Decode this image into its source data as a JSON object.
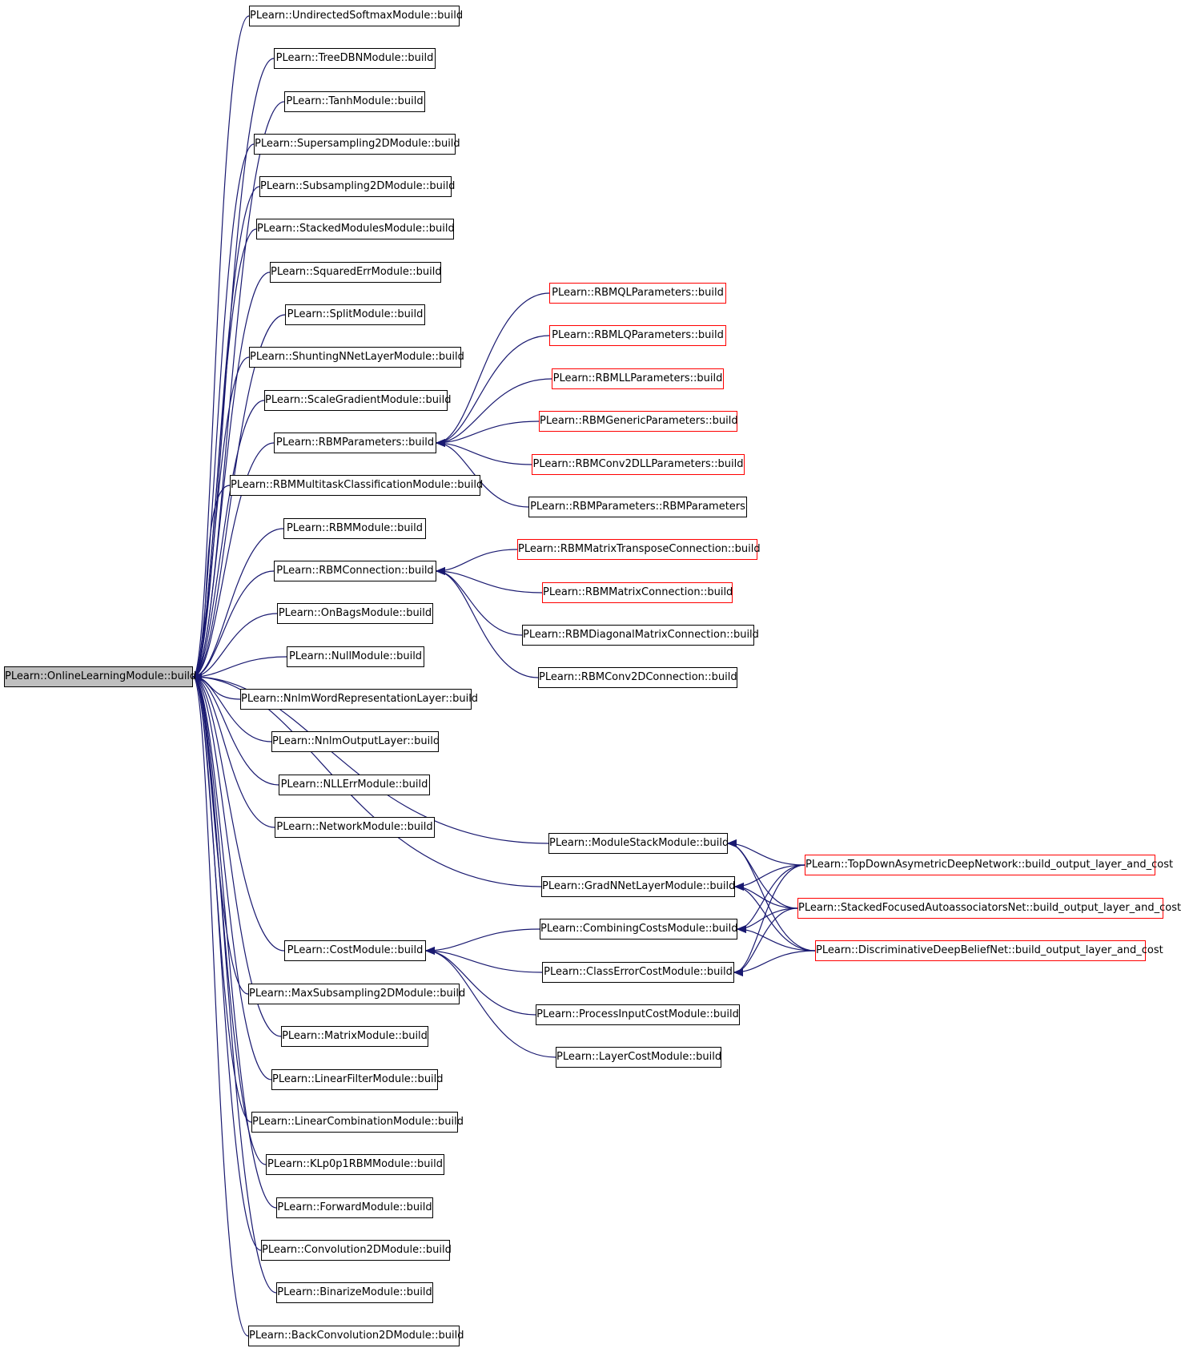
{
  "edge_color": "#191970",
  "root": {
    "id": "root",
    "label": "PLearn::OnlineLearningModule::build"
  },
  "nodes": [
    {
      "id": "n1",
      "label": "PLearn::UndirectedSoftmaxModule::build",
      "border": "black"
    },
    {
      "id": "n2",
      "label": "PLearn::TreeDBNModule::build",
      "border": "black"
    },
    {
      "id": "n3",
      "label": "PLearn::TanhModule::build",
      "border": "black"
    },
    {
      "id": "n4",
      "label": "PLearn::Supersampling2DModule::build",
      "border": "black"
    },
    {
      "id": "n5",
      "label": "PLearn::Subsampling2DModule::build",
      "border": "black"
    },
    {
      "id": "n6",
      "label": "PLearn::StackedModulesModule::build",
      "border": "black"
    },
    {
      "id": "n7",
      "label": "PLearn::SquaredErrModule::build",
      "border": "black"
    },
    {
      "id": "n8",
      "label": "PLearn::SplitModule::build",
      "border": "black"
    },
    {
      "id": "n9",
      "label": "PLearn::ShuntingNNetLayerModule::build",
      "border": "black"
    },
    {
      "id": "n10",
      "label": "PLearn::ScaleGradientModule::build",
      "border": "black"
    },
    {
      "id": "n11",
      "label": "PLearn::RBMParameters::build",
      "border": "black"
    },
    {
      "id": "n12",
      "label": "PLearn::RBMMultitaskClassificationModule::build",
      "border": "black"
    },
    {
      "id": "n13",
      "label": "PLearn::RBMModule::build",
      "border": "black"
    },
    {
      "id": "n14",
      "label": "PLearn::RBMConnection::build",
      "border": "black"
    },
    {
      "id": "n15",
      "label": "PLearn::OnBagsModule::build",
      "border": "black"
    },
    {
      "id": "n16",
      "label": "PLearn::NullModule::build",
      "border": "black"
    },
    {
      "id": "n17",
      "label": "PLearn::NnlmWordRepresentationLayer::build",
      "border": "black"
    },
    {
      "id": "n18",
      "label": "PLearn::NnlmOutputLayer::build",
      "border": "black"
    },
    {
      "id": "n19",
      "label": "PLearn::NLLErrModule::build",
      "border": "black"
    },
    {
      "id": "n20",
      "label": "PLearn::NetworkModule::build",
      "border": "black"
    },
    {
      "id": "n21",
      "label": "PLearn::ModuleStackModule::build",
      "border": "black"
    },
    {
      "id": "n22",
      "label": "PLearn::GradNNetLayerModule::build",
      "border": "black"
    },
    {
      "id": "n23",
      "label": "PLearn::CostModule::build",
      "border": "black"
    },
    {
      "id": "n24",
      "label": "PLearn::MaxSubsampling2DModule::build",
      "border": "black"
    },
    {
      "id": "n25",
      "label": "PLearn::MatrixModule::build",
      "border": "black"
    },
    {
      "id": "n26",
      "label": "PLearn::LinearFilterModule::build",
      "border": "black"
    },
    {
      "id": "n27",
      "label": "PLearn::LinearCombinationModule::build",
      "border": "black"
    },
    {
      "id": "n28",
      "label": "PLearn::KLp0p1RBMModule::build",
      "border": "black"
    },
    {
      "id": "n29",
      "label": "PLearn::ForwardModule::build",
      "border": "black"
    },
    {
      "id": "n30",
      "label": "PLearn::Convolution2DModule::build",
      "border": "black"
    },
    {
      "id": "n31",
      "label": "PLearn::BinarizeModule::build",
      "border": "black"
    },
    {
      "id": "n32",
      "label": "PLearn::BackConvolution2DModule::build",
      "border": "black"
    },
    {
      "id": "p1",
      "label": "PLearn::RBMQLParameters::build",
      "border": "red"
    },
    {
      "id": "p2",
      "label": "PLearn::RBMLQParameters::build",
      "border": "red"
    },
    {
      "id": "p3",
      "label": "PLearn::RBMLLParameters::build",
      "border": "red"
    },
    {
      "id": "p4",
      "label": "PLearn::RBMGenericParameters::build",
      "border": "red"
    },
    {
      "id": "p5",
      "label": "PLearn::RBMConv2DLLParameters::build",
      "border": "red"
    },
    {
      "id": "p6",
      "label": "PLearn::RBMParameters::RBMParameters",
      "border": "black"
    },
    {
      "id": "c1",
      "label": "PLearn::RBMMatrixTransposeConnection::build",
      "border": "red"
    },
    {
      "id": "c2",
      "label": "PLearn::RBMMatrixConnection::build",
      "border": "red"
    },
    {
      "id": "c3",
      "label": "PLearn::RBMDiagonalMatrixConnection::build",
      "border": "black"
    },
    {
      "id": "c4",
      "label": "PLearn::RBMConv2DConnection::build",
      "border": "black"
    },
    {
      "id": "k1",
      "label": "PLearn::CombiningCostsModule::build",
      "border": "black"
    },
    {
      "id": "k2",
      "label": "PLearn::ClassErrorCostModule::build",
      "border": "black"
    },
    {
      "id": "k3",
      "label": "PLearn::ProcessInputCostModule::build",
      "border": "black"
    },
    {
      "id": "k4",
      "label": "PLearn::LayerCostModule::build",
      "border": "black"
    },
    {
      "id": "t1",
      "label": "PLearn::TopDownAsymetricDeepNetwork::build_output_layer_and_cost",
      "border": "red"
    },
    {
      "id": "t2",
      "label": "PLearn::StackedFocusedAutoassociatorsNet::build_output_layer_and_cost",
      "border": "red"
    },
    {
      "id": "t3",
      "label": "PLearn::DiscriminativeDeepBeliefNet::build_output_layer_and_cost",
      "border": "red"
    }
  ],
  "edges": [
    [
      "n1",
      "root"
    ],
    [
      "n2",
      "root"
    ],
    [
      "n3",
      "root"
    ],
    [
      "n4",
      "root"
    ],
    [
      "n5",
      "root"
    ],
    [
      "n6",
      "root"
    ],
    [
      "n7",
      "root"
    ],
    [
      "n8",
      "root"
    ],
    [
      "n9",
      "root"
    ],
    [
      "n10",
      "root"
    ],
    [
      "n11",
      "root"
    ],
    [
      "n12",
      "root"
    ],
    [
      "n13",
      "root"
    ],
    [
      "n14",
      "root"
    ],
    [
      "n15",
      "root"
    ],
    [
      "n16",
      "root"
    ],
    [
      "n17",
      "root"
    ],
    [
      "n18",
      "root"
    ],
    [
      "n19",
      "root"
    ],
    [
      "n20",
      "root"
    ],
    [
      "n21",
      "root"
    ],
    [
      "n22",
      "root"
    ],
    [
      "n23",
      "root"
    ],
    [
      "n24",
      "root"
    ],
    [
      "n25",
      "root"
    ],
    [
      "n26",
      "root"
    ],
    [
      "n27",
      "root"
    ],
    [
      "n28",
      "root"
    ],
    [
      "n29",
      "root"
    ],
    [
      "n30",
      "root"
    ],
    [
      "n31",
      "root"
    ],
    [
      "n32",
      "root"
    ],
    [
      "p1",
      "n11"
    ],
    [
      "p2",
      "n11"
    ],
    [
      "p3",
      "n11"
    ],
    [
      "p4",
      "n11"
    ],
    [
      "p5",
      "n11"
    ],
    [
      "p6",
      "n11"
    ],
    [
      "c1",
      "n14"
    ],
    [
      "c2",
      "n14"
    ],
    [
      "c3",
      "n14"
    ],
    [
      "c4",
      "n14"
    ],
    [
      "k1",
      "n23"
    ],
    [
      "k2",
      "n23"
    ],
    [
      "k3",
      "n23"
    ],
    [
      "k4",
      "n23"
    ],
    [
      "t1",
      "n21"
    ],
    [
      "t2",
      "n21"
    ],
    [
      "t3",
      "n21"
    ],
    [
      "t1",
      "n22"
    ],
    [
      "t2",
      "n22"
    ],
    [
      "t3",
      "n22"
    ],
    [
      "t1",
      "k1"
    ],
    [
      "t2",
      "k1"
    ],
    [
      "t3",
      "k1"
    ],
    [
      "t1",
      "k2"
    ],
    [
      "t2",
      "k2"
    ],
    [
      "t3",
      "k2"
    ]
  ]
}
